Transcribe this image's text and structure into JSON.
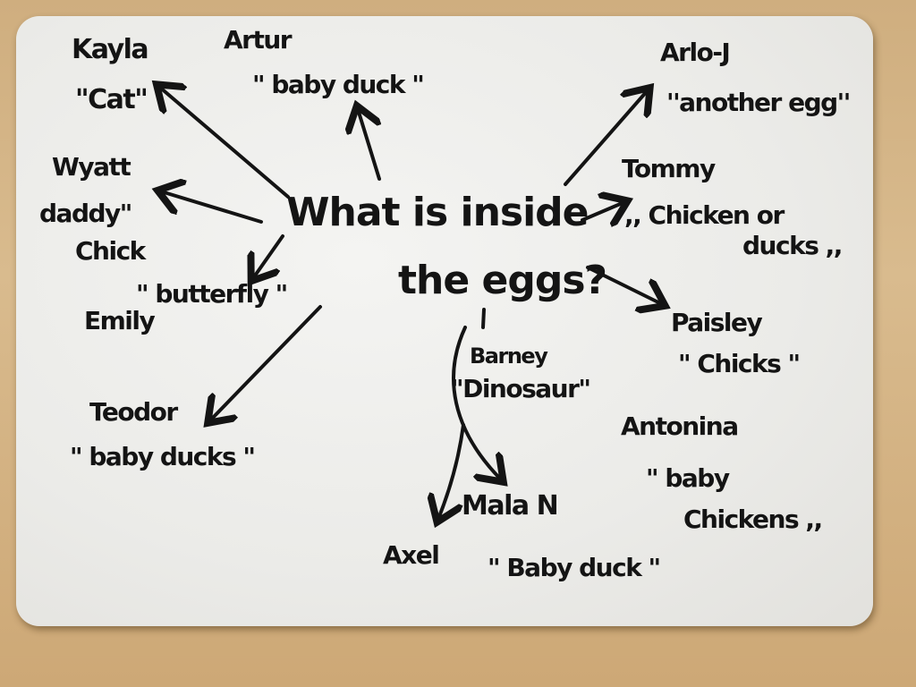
{
  "title": {
    "line1": "What is inside",
    "line2": "the eggs?"
  },
  "answers": {
    "kayla": {
      "name": "Kayla",
      "answer": "\"Cat\""
    },
    "artur": {
      "name": "Artur",
      "answer": "\" baby duck \""
    },
    "arlo": {
      "name": "Arlo-J",
      "answer": "''another egg''"
    },
    "wyatt": {
      "name": "Wyatt",
      "answer1": "daddy\"",
      "answer2": "Chick"
    },
    "tommy": {
      "name": "Tommy",
      "answer1": ",, Chicken or",
      "answer2": "ducks ,,"
    },
    "emily": {
      "name": "Emily",
      "answer": "\" butterfly \""
    },
    "paisley": {
      "name": "Paisley",
      "answer": "\" Chicks \""
    },
    "barney": {
      "name": "Barney",
      "answer": "\"Dinosaur\""
    },
    "teodor": {
      "name": "Teodor",
      "answer": "\" baby ducks \""
    },
    "antonina": {
      "name": "Antonina",
      "answer1": "\" baby",
      "answer2": "Chickens ,,"
    },
    "mala": {
      "name": "Mala N"
    },
    "axel": {
      "name": "Axel",
      "answer": "\" Baby duck \""
    }
  },
  "colors": {
    "ink": "#141414",
    "board": "#efefec",
    "wood": "#d4b284"
  }
}
